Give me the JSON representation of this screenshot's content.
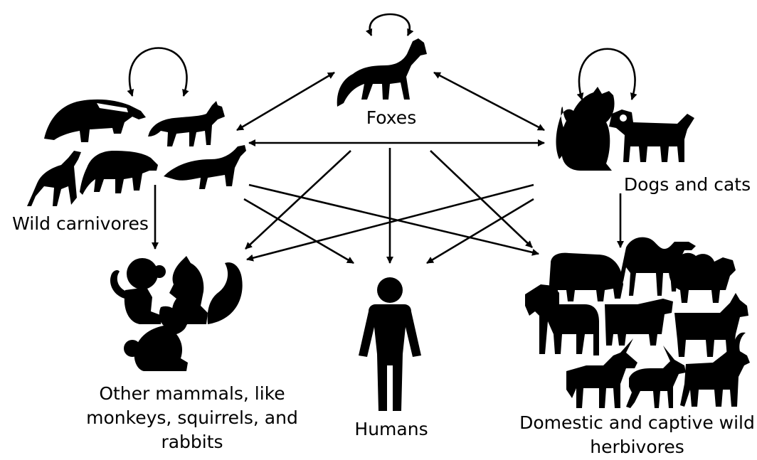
{
  "nodes": {
    "foxes": {
      "label": "Foxes"
    },
    "dogs_cats": {
      "label": "Dogs and cats"
    },
    "wild_carnivores": {
      "label": "Wild carnivores"
    },
    "other_mammals": {
      "lines": [
        "Other mammals, like",
        "monkeys, squirrels, and",
        "rabbits"
      ]
    },
    "humans": {
      "label": "Humans"
    },
    "herbivores": {
      "lines": [
        "Domestic and captive wild",
        "herbivores"
      ]
    }
  },
  "links": [
    {
      "from": "foxes",
      "to": "foxes",
      "kind": "self-loop"
    },
    {
      "from": "wild_carnivores",
      "to": "wild_carnivores",
      "kind": "self-loop"
    },
    {
      "from": "dogs_cats",
      "to": "dogs_cats",
      "kind": "self-loop"
    },
    {
      "from": "foxes",
      "to": "wild_carnivores",
      "kind": "bidirectional"
    },
    {
      "from": "foxes",
      "to": "dogs_cats",
      "kind": "bidirectional"
    },
    {
      "from": "wild_carnivores",
      "to": "dogs_cats",
      "kind": "bidirectional"
    },
    {
      "from": "foxes",
      "to": "other_mammals",
      "kind": "directed"
    },
    {
      "from": "foxes",
      "to": "humans",
      "kind": "directed"
    },
    {
      "from": "foxes",
      "to": "herbivores",
      "kind": "directed"
    },
    {
      "from": "wild_carnivores",
      "to": "other_mammals",
      "kind": "directed"
    },
    {
      "from": "wild_carnivores",
      "to": "humans",
      "kind": "directed"
    },
    {
      "from": "wild_carnivores",
      "to": "herbivores",
      "kind": "directed"
    },
    {
      "from": "dogs_cats",
      "to": "other_mammals",
      "kind": "directed"
    },
    {
      "from": "dogs_cats",
      "to": "humans",
      "kind": "directed"
    },
    {
      "from": "dogs_cats",
      "to": "herbivores",
      "kind": "directed"
    }
  ],
  "colors": {
    "ink": "#000000",
    "background": "#ffffff"
  },
  "icons": {
    "foxes": [
      "fox-icon"
    ],
    "wild_carnivores": [
      "badger-icon",
      "wolf-icon",
      "howling-wolf-icon",
      "hyena-icon",
      "weasel-icon"
    ],
    "dogs_cats": [
      "cat-icon",
      "dog-icon"
    ],
    "other_mammals": [
      "monkey-icon",
      "squirrel-icon",
      "rabbit-icon"
    ],
    "humans": [
      "human-icon"
    ],
    "herbivores": [
      "pig-icon",
      "camel-icon",
      "sheep-icon",
      "horse-icon",
      "cow-icon",
      "goat-icon",
      "unicorn-icon",
      "antelope-icon",
      "ibex-icon"
    ]
  }
}
